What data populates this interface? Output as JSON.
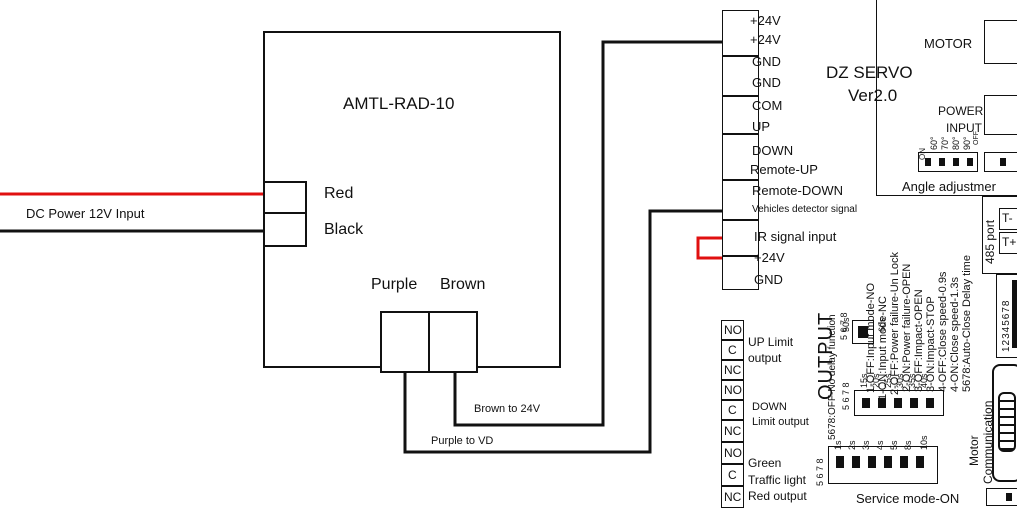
{
  "device": {
    "title": "AMTL-RAD-10",
    "left_pins": [
      "Red",
      "Black"
    ],
    "bottom_pins": [
      "Purple",
      "Brown"
    ]
  },
  "power_input_label": "DC Power 12V Input",
  "wire_labels": {
    "brown": "Brown to 24V",
    "purple": "Purple to VD"
  },
  "board": {
    "title": "DZ SERVO",
    "version": "Ver2.0",
    "motor": "MOTOR",
    "power_input": [
      "POWER",
      "INPUT"
    ],
    "angle_adjust": "Angle adjustmer",
    "angle_values": [
      "60°",
      "70°",
      "80°",
      "90°",
      "ON",
      "OFF"
    ],
    "terminals": [
      "+24V",
      "+24V",
      "GND",
      "GND",
      "COM",
      "UP",
      "DOWN",
      "Remote-UP",
      "Remote-DOWN",
      "Vehicles detector signal",
      "IR signal input",
      "+24V",
      "GND"
    ],
    "output_label": "OUTPUT",
    "relay_contacts": [
      "NO",
      "C",
      "NC",
      "NO",
      "C",
      "NC",
      "NO",
      "C",
      "NC"
    ],
    "relay_groups": [
      {
        "line1": "UP Limit",
        "line2": "output"
      },
      {
        "line1": "DOWN",
        "line2": "Limit output"
      },
      {
        "line1": "Green",
        "line2": "Traffic light",
        "line3": "Red output"
      }
    ],
    "function_lines": [
      "1-OFF:Input mode-NO",
      "1-ON:Input mode-NC",
      "2-OFF:Power failure-Un Lock",
      "2-ON:Power failure-OPEN",
      "3-OFF:Impact-OPEN",
      "3-ON:Impact-STOP",
      "4-OFF:Close speed-0.9s",
      "4-ON:Close speed-1.3s",
      "5678:Auto-Close Delay time"
    ],
    "no_delay": "5678:OFF-No delay function",
    "dip_numbers": "5 6 7 8",
    "times_a": [
      "50s",
      "60s"
    ],
    "times_b": [
      "15s",
      "20s",
      "25s",
      "30s",
      "35s",
      "40s"
    ],
    "times_c": [
      "1s",
      "2s",
      "3s",
      "4s",
      "5s",
      "8s",
      "10s"
    ],
    "port_485": "485 port",
    "t_minus": "T-",
    "t_plus": "T+",
    "dip_digits": "12345678",
    "motor_communication": [
      "Motor",
      "Communication"
    ],
    "service_mode": "Service mode-ON"
  }
}
